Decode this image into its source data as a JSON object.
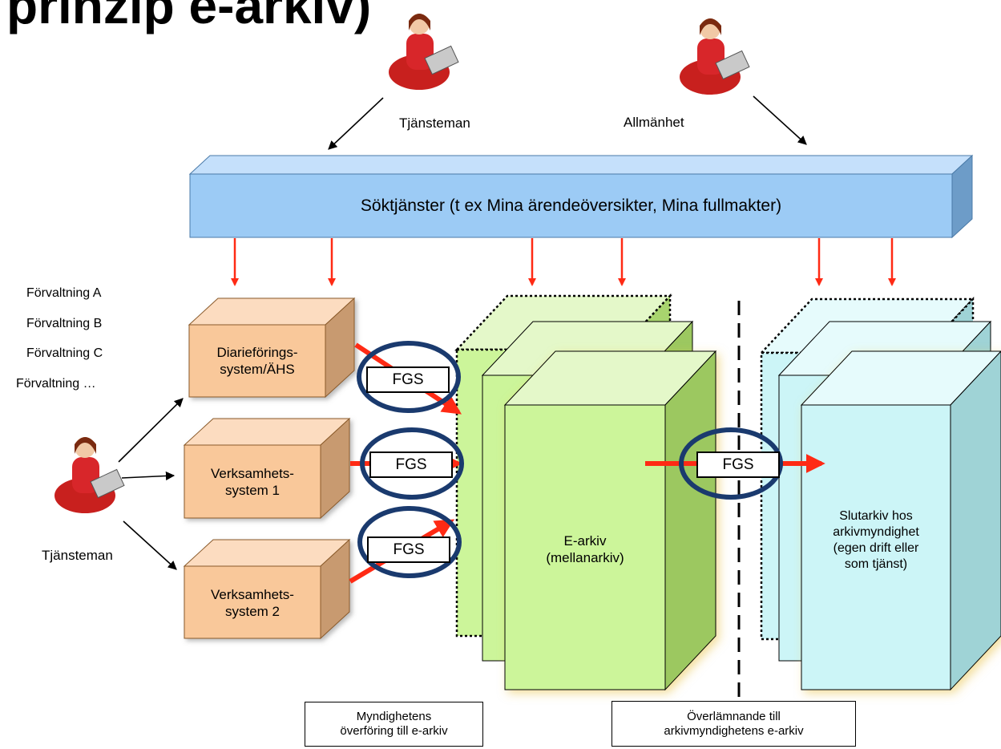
{
  "heading": "prinzip e-arkiv)",
  "people": {
    "top_left": "Tjänsteman",
    "top_right": "Allmänhet",
    "left": "Tjänsteman"
  },
  "search_bar": "Söktjänster (t ex Mina ärendeöversikter, Mina fullmakter)",
  "administrations": [
    "Förvaltning A",
    "Förvaltning B",
    "Förvaltning C",
    "Förvaltning …"
  ],
  "systems": {
    "diarie": [
      "Diarieförings-",
      "system/ÄHS"
    ],
    "verksamhet1": [
      "Verksamhets-",
      "system 1"
    ],
    "verksamhet2": [
      "Verksamhets-",
      "system 2"
    ]
  },
  "fgs_label": "FGS",
  "earkiv": [
    "E-arkiv",
    "(mellanarkiv)"
  ],
  "slutarkiv": [
    "Slutarkiv hos",
    "arkivmyndighet",
    "(egen drift eller",
    "som tjänst)"
  ],
  "captions": {
    "left": [
      "Myndighetens",
      "överföring till e-arkiv"
    ],
    "right": [
      "Överlämnande till",
      "arkivmyndighetens e-arkiv"
    ]
  },
  "colors": {
    "search_front": "#9ccbf5",
    "orange_front": "#f9c89a",
    "green_front": "#ccf59a",
    "cyan_front": "#ccf5f7",
    "arrow_red": "#ff2a14",
    "ellipse": "#1a3a6e"
  }
}
